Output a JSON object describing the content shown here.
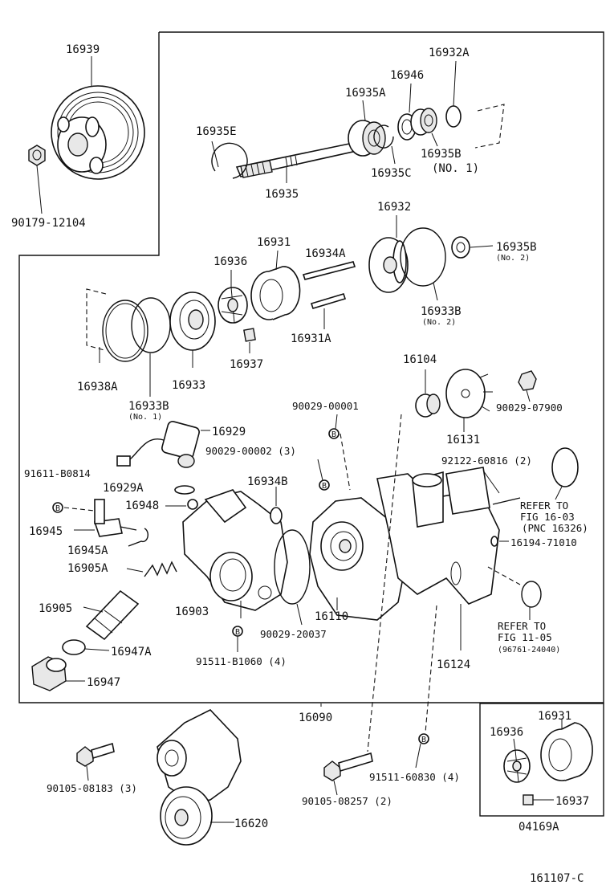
{
  "labels": {
    "p16939": "16939",
    "p90179": "90179-12104",
    "p16932A": "16932A",
    "p16946": "16946",
    "p16935A": "16935A",
    "p16935E": "16935E",
    "p16935B_1": "16935B",
    "no1_a": "(NO. 1)",
    "p16935C": "16935C",
    "p16935": "16935",
    "p16932": "16932",
    "p16931": "16931",
    "p16934A": "16934A",
    "p16936": "16936",
    "p16935B_2": "16935B",
    "no2_a": "(No. 2)",
    "p16933B_2": "16933B",
    "no2_b": "(No. 2)",
    "p16931A": "16931A",
    "p16937": "16937",
    "p16938A": "16938A",
    "p16933": "16933",
    "p16933B_1": "16933B",
    "no1_b": "(No. 1)",
    "p16104": "16104",
    "p90029_00001": "90029-00001",
    "p90029_07900": "90029-07900",
    "p16929": "16929",
    "p90029_00002": "90029-00002 (3)",
    "p16131": "16131",
    "p92122": "92122-60816 (2)",
    "p91611": "91611-B0814",
    "p16929A": "16929A",
    "p16934B": "16934B",
    "p16948": "16948",
    "refer1_a": "REFER TO",
    "refer1_b": "FIG 16-03",
    "refer1_c": "(PNC 16326)",
    "p16945": "16945",
    "p16194": "16194-71010",
    "p16945A": "16945A",
    "p16905A": "16905A",
    "p16905": "16905",
    "p16903": "16903",
    "p16110": "16110",
    "refer2_a": "REFER TO",
    "refer2_b": "FIG 11-05",
    "refer2_c": "(96761-24040)",
    "p90029_20037": "90029-20037",
    "p16947A": "16947A",
    "p91511_B1060": "91511-B1060 (4)",
    "p16124": "16124",
    "p16947": "16947",
    "p16090": "16090",
    "inset_16931": "16931",
    "inset_16936": "16936",
    "inset_16937": "16937",
    "inset_04169A": "04169A",
    "p90105_08183": "90105-08183 (3)",
    "p91511_60830": "91511-60830 (4)",
    "p90105_08257": "90105-08257 (2)",
    "p16620": "16620",
    "fig_code": "161107-C",
    "bolt_mark": "B"
  }
}
